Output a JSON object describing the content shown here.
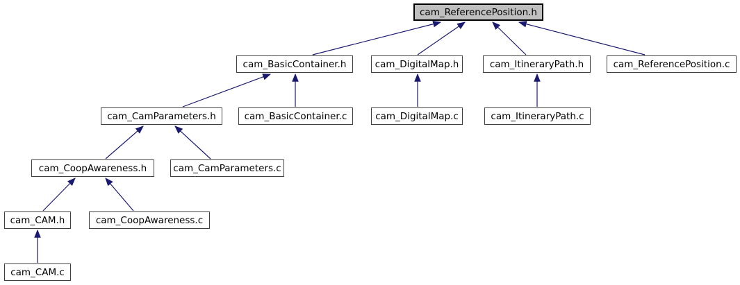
{
  "diagram": {
    "kind": "include-dependency-graph",
    "root": "cam_ReferencePosition.h",
    "colors": {
      "edge": "#191970",
      "selected_node_fill": "#bfbfbf",
      "node_fill": "#ffffff",
      "node_border": "#404040",
      "text": "#000000"
    },
    "nodes": [
      {
        "id": "cam_ReferencePosition.h",
        "label": "cam_ReferencePosition.h",
        "selected": true
      },
      {
        "id": "cam_BasicContainer.h",
        "label": "cam_BasicContainer.h",
        "selected": false
      },
      {
        "id": "cam_DigitalMap.h",
        "label": "cam_DigitalMap.h",
        "selected": false
      },
      {
        "id": "cam_ItineraryPath.h",
        "label": "cam_ItineraryPath.h",
        "selected": false
      },
      {
        "id": "cam_ReferencePosition.c",
        "label": "cam_ReferencePosition.c",
        "selected": false
      },
      {
        "id": "cam_CamParameters.h",
        "label": "cam_CamParameters.h",
        "selected": false
      },
      {
        "id": "cam_BasicContainer.c",
        "label": "cam_BasicContainer.c",
        "selected": false
      },
      {
        "id": "cam_DigitalMap.c",
        "label": "cam_DigitalMap.c",
        "selected": false
      },
      {
        "id": "cam_ItineraryPath.c",
        "label": "cam_ItineraryPath.c",
        "selected": false
      },
      {
        "id": "cam_CoopAwareness.h",
        "label": "cam_CoopAwareness.h",
        "selected": false
      },
      {
        "id": "cam_CamParameters.c",
        "label": "cam_CamParameters.c",
        "selected": false
      },
      {
        "id": "cam_CAM.h",
        "label": "cam_CAM.h",
        "selected": false
      },
      {
        "id": "cam_CoopAwareness.c",
        "label": "cam_CoopAwareness.c",
        "selected": false
      },
      {
        "id": "cam_CAM.c",
        "label": "cam_CAM.c",
        "selected": false
      }
    ],
    "edges": [
      {
        "from": "cam_BasicContainer.h",
        "to": "cam_ReferencePosition.h"
      },
      {
        "from": "cam_DigitalMap.h",
        "to": "cam_ReferencePosition.h"
      },
      {
        "from": "cam_ItineraryPath.h",
        "to": "cam_ReferencePosition.h"
      },
      {
        "from": "cam_ReferencePosition.c",
        "to": "cam_ReferencePosition.h"
      },
      {
        "from": "cam_CamParameters.h",
        "to": "cam_BasicContainer.h"
      },
      {
        "from": "cam_BasicContainer.c",
        "to": "cam_BasicContainer.h"
      },
      {
        "from": "cam_DigitalMap.c",
        "to": "cam_DigitalMap.h"
      },
      {
        "from": "cam_ItineraryPath.c",
        "to": "cam_ItineraryPath.h"
      },
      {
        "from": "cam_CoopAwareness.h",
        "to": "cam_CamParameters.h"
      },
      {
        "from": "cam_CamParameters.c",
        "to": "cam_CamParameters.h"
      },
      {
        "from": "cam_CAM.h",
        "to": "cam_CoopAwareness.h"
      },
      {
        "from": "cam_CoopAwareness.c",
        "to": "cam_CoopAwareness.h"
      },
      {
        "from": "cam_CAM.c",
        "to": "cam_CAM.h"
      }
    ]
  }
}
